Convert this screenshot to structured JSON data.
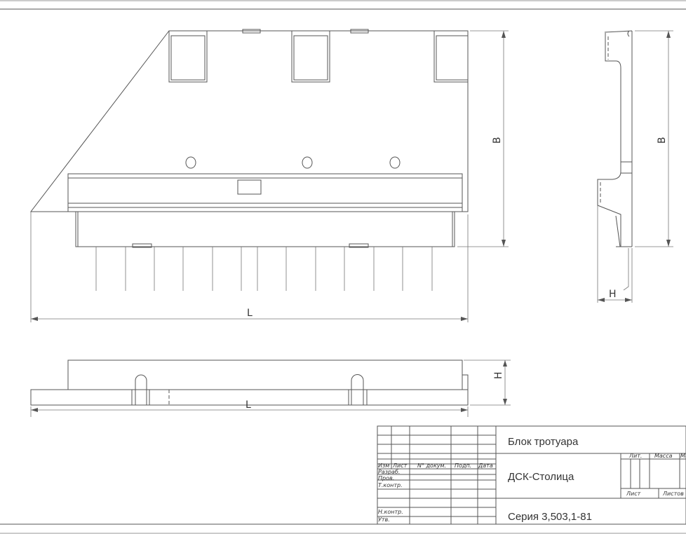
{
  "drawing": {
    "dimensions": {
      "length": "L",
      "width": "B",
      "height": "H"
    },
    "title_block": {
      "title": "Блок тротуара",
      "organization": "ДСК-Столица",
      "series": "Серия 3,503,1-81",
      "header_labels": {
        "izm": "Изм",
        "list": "Лист",
        "doc_no": "N° докум.",
        "sign": "Подп.",
        "date": "Дата"
      },
      "roles": {
        "developed": "Разраб.",
        "checked": "Пров.",
        "tech_control": "Т.контр.",
        "norm_control": "Н.контр.",
        "approved": "Утв."
      },
      "right_labels": {
        "lit": "Лит.",
        "mass": "Масса",
        "scale": "Ма",
        "sheet": "Лист",
        "sheets": "Листов"
      }
    }
  }
}
